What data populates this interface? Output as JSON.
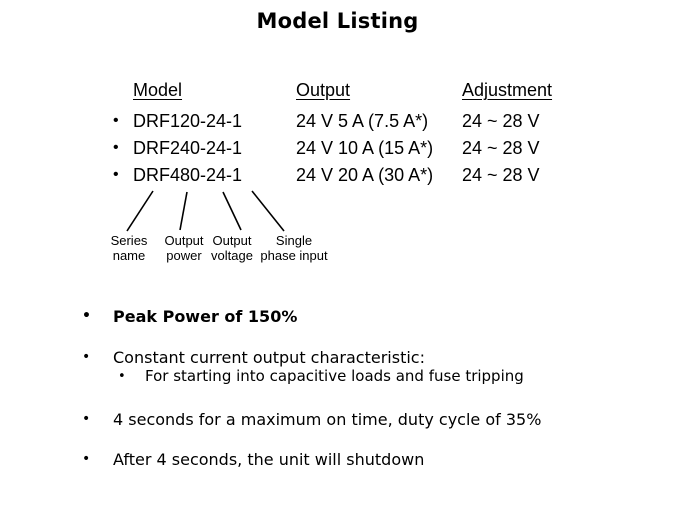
{
  "title": "Model Listing",
  "bullet_char": "•",
  "table": {
    "headers": {
      "model": "Model",
      "output": "Output",
      "adjustment": "Adjustment"
    },
    "rows": [
      {
        "model": "DRF120-24-1",
        "output": "24 V 5 A (7.5 A*)",
        "adjustment": "24 ~ 28 V"
      },
      {
        "model": "DRF240-24-1",
        "output": "24 V 10 A (15 A*)",
        "adjustment": "24 ~ 28 V"
      },
      {
        "model": "DRF480-24-1",
        "output": "24 V 20 A (30 A*)",
        "adjustment": "24 ~ 28 V"
      }
    ]
  },
  "callout_labels": [
    {
      "line1": "Series",
      "line2": "name"
    },
    {
      "line1": "Output",
      "line2": "power"
    },
    {
      "line1": "Output",
      "line2": "voltage"
    },
    {
      "line1": "Single",
      "line2": "phase input"
    }
  ],
  "bullets": [
    {
      "text": "Peak Power of 150%"
    },
    {
      "text": "Constant current output characteristic:",
      "sub": "For starting into capacitive loads and fuse tripping"
    },
    {
      "text": "4 seconds for a maximum on time, duty cycle of 35%"
    },
    {
      "text": "After 4 seconds, the unit will shutdown"
    }
  ],
  "colors": {
    "background": "#ffffff",
    "text": "#000000"
  }
}
